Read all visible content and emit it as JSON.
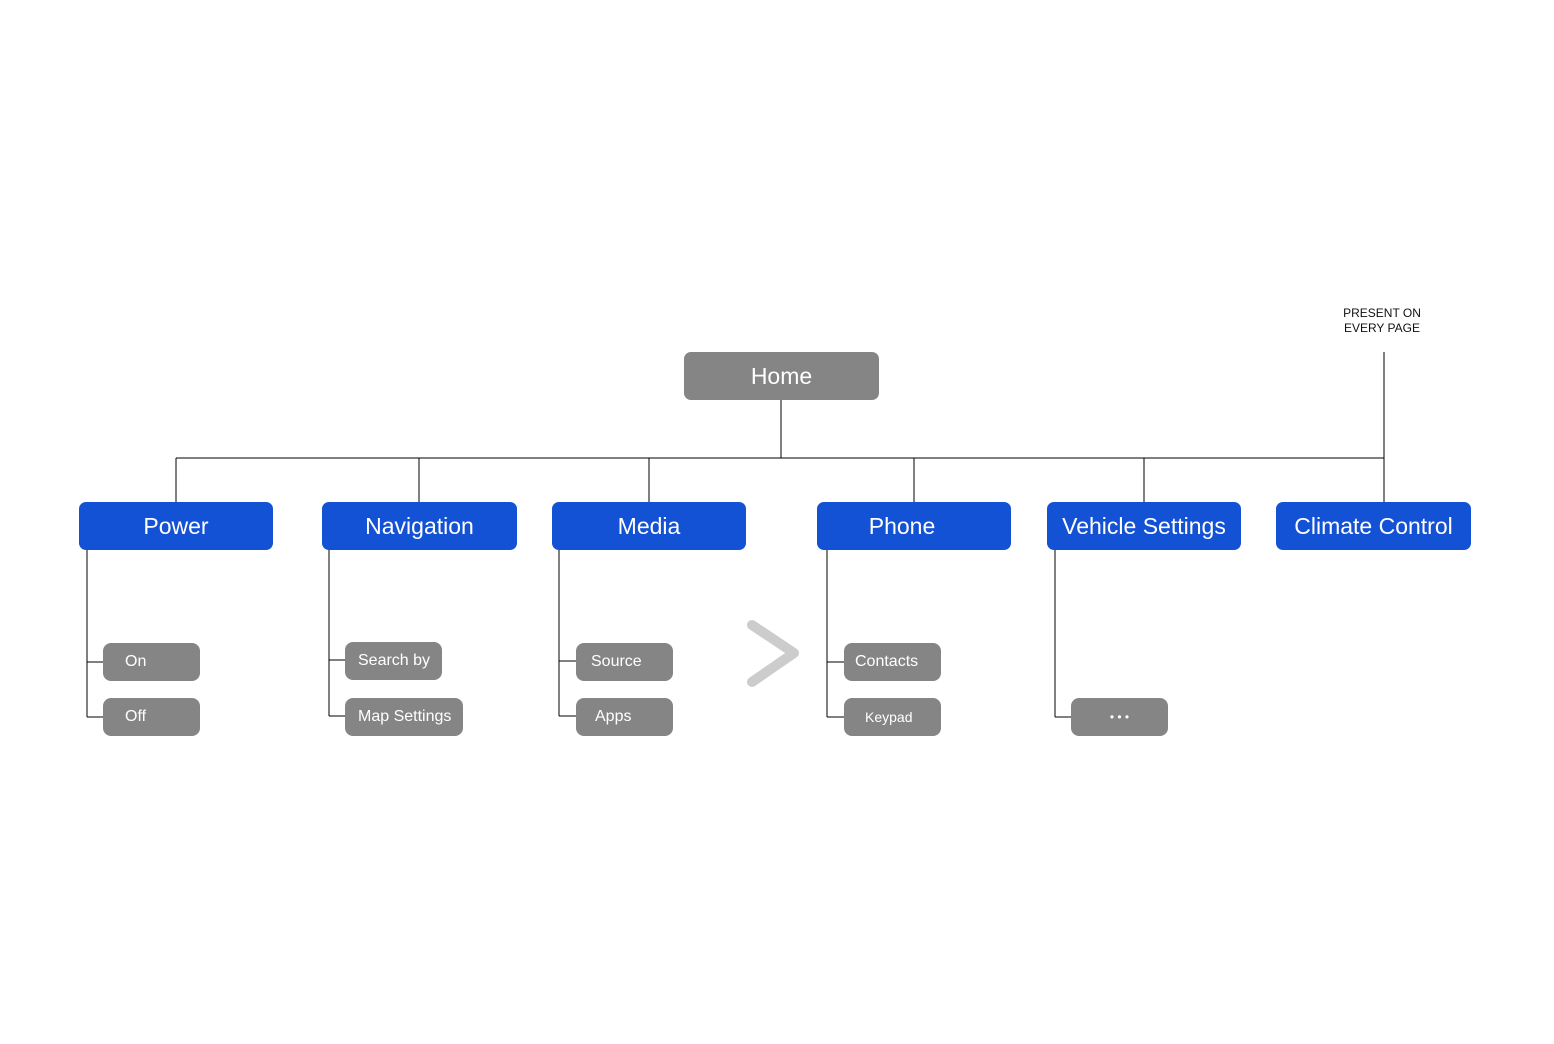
{
  "colors": {
    "category": "#1352d5",
    "node": "#858585",
    "line": "#000000",
    "arrow": "#cccccc"
  },
  "root": {
    "label": "Home"
  },
  "note": {
    "line1": "PRESENT ON",
    "line2": "EVERY PAGE"
  },
  "categories": [
    {
      "label": "Power",
      "children": [
        "On",
        "Off"
      ]
    },
    {
      "label": "Navigation",
      "children": [
        "Search by",
        "Map Settings"
      ]
    },
    {
      "label": "Media",
      "children": [
        "Source",
        "Apps"
      ]
    },
    {
      "label": "Phone",
      "children": [
        "Contacts",
        "Keypad"
      ]
    },
    {
      "label": "Vehicle Settings",
      "children": [
        "• • •"
      ]
    },
    {
      "label": "Climate Control",
      "children": []
    }
  ],
  "icons": {
    "arrow": "chevron-right-icon"
  }
}
